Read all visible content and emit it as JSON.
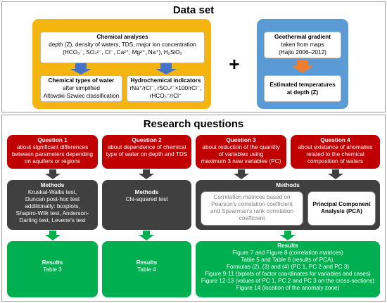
{
  "dataset": {
    "title": "Data set",
    "chemical_analyses": {
      "title": "Chemical analyses",
      "line1": "depth (Z), density of waters, TDS, major ion concentration",
      "line2": "(HCO₃⁻, SO₄²⁻, Cl⁻, Ca²⁺, Mg²⁺, Na⁺), H₂SiO₃"
    },
    "chemical_types": {
      "title": "Chemical types of water",
      "line1": "after simplified",
      "line2": "Altowski-Szwiec classification"
    },
    "hydrochemical": {
      "title": "Hydrochemical indicators",
      "line1": "rNa⁺/rCl⁻, rSO₄²⁻×100/rCl⁻,",
      "line2": "rHCO₃⁻/rCl⁻"
    },
    "plus": "+",
    "geothermal": {
      "title": "Geothermal gradient",
      "line1": "taken from maps",
      "line2": "(Hajto 2006–2012)"
    },
    "estimated": {
      "line1": "Estimated temperatures",
      "line2": "at depth (Z)"
    }
  },
  "research": {
    "title": "Research questions",
    "questions": [
      {
        "title": "Question 1",
        "lines": [
          "about significant differences",
          "between parameters depending",
          "on aquifers or regions"
        ]
      },
      {
        "title": "Question 2",
        "lines": [
          "about dependence of chemical",
          "type of water on depth and TDS"
        ]
      },
      {
        "title": "Question 3",
        "lines": [
          "about reduction of the quantity",
          "of variables using",
          "maximum 3 new variables (PC)"
        ]
      },
      {
        "title": "Question 4",
        "lines": [
          "about existance of anomalies",
          "related to the chemical",
          "composition of waters"
        ]
      }
    ],
    "methods": [
      {
        "title": "Methods",
        "lines": [
          "Kruskal-Wallis test,",
          "Duncan post-hoc test",
          "additionally: boxplots,",
          "Shapiro-Wilk test, Anderson-",
          "Darling test, Levene's test"
        ]
      },
      {
        "title": "Methods",
        "lines": [
          "Chi-squared test"
        ]
      },
      {
        "title": "Methods",
        "correlation": [
          "Correlation matrices based on",
          "Pearson's correlation coefficient",
          "and Spearman's rank correlation",
          "coefficient"
        ],
        "pca": [
          "Principal Component",
          "Analysis (PCA)"
        ]
      }
    ],
    "results": [
      {
        "title": "Results",
        "lines": [
          "Table 3"
        ]
      },
      {
        "title": "Results",
        "lines": [
          "Table 4"
        ]
      },
      {
        "title": "Results",
        "lines": [
          "Figure 7 and Figure 8 (correlation matrices)",
          "Table 5 and Table 6 (results of PCA),",
          "Formulas (2), (3) and (4) (PC 1, PC 2 and PC 3)",
          "Figure 9-11 (biplots of factor coordinates for variables and cases)",
          "Figure 12-13 (values of PC 1, PC 2 and PC 3 on the cross-sections)",
          "Figure 14 (location of the anomaly zone)"
        ]
      }
    ]
  },
  "colors": {
    "orange": "#f5b50f",
    "blue": "#5b9bd5",
    "red": "#c00000",
    "dark": "#404040",
    "green": "#00b050",
    "arrow_blue": "#4472c4",
    "arrow_orange": "#ed7d31"
  }
}
